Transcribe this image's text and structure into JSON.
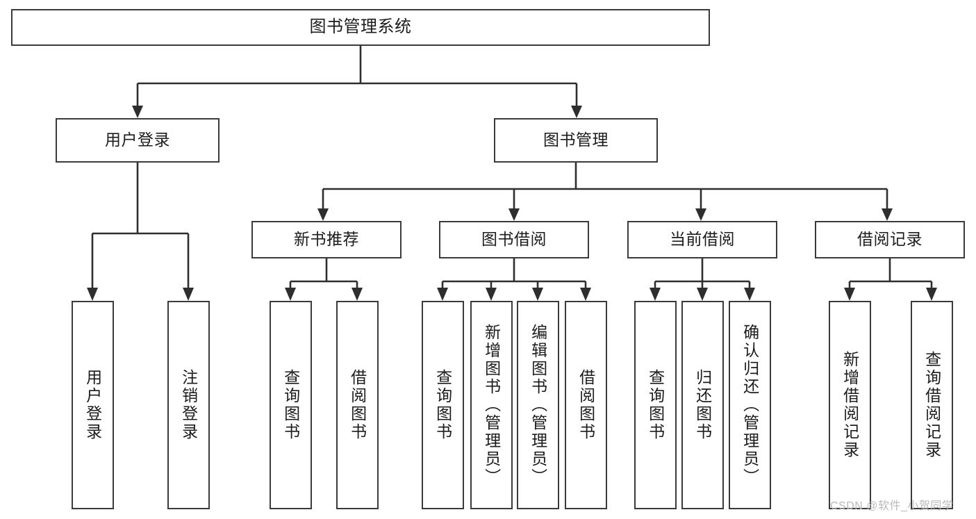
{
  "diagram": {
    "title": "图书管理系统",
    "type": "tree",
    "watermark": "CSDN @软件_小贺同学",
    "colors": {
      "box_border": "#3a3a3a",
      "connector": "#2e2e2e",
      "background": "#ffffff",
      "text": "#1c1c1c",
      "watermark": "#b9b9b9"
    },
    "root": {
      "label": "图书管理系统"
    },
    "level2": [
      {
        "label": "用户登录"
      },
      {
        "label": "图书管理"
      }
    ],
    "level3": [
      {
        "label": "新书推荐"
      },
      {
        "label": "图书借阅"
      },
      {
        "label": "当前借阅"
      },
      {
        "label": "借阅记录"
      }
    ],
    "leaves": {
      "user_login": [
        {
          "label": "用户登录"
        },
        {
          "label": "注销登录"
        }
      ],
      "new_book_recommend": [
        {
          "label": "查询图书"
        },
        {
          "label": "借阅图书"
        }
      ],
      "book_borrow": [
        {
          "label": "查询图书"
        },
        {
          "label": "新增图书（管理员）"
        },
        {
          "label": "编辑图书（管理员）"
        },
        {
          "label": "借阅图书"
        }
      ],
      "current_borrow": [
        {
          "label": "查询图书"
        },
        {
          "label": "归还图书"
        },
        {
          "label": "确认归还（管理员）"
        }
      ],
      "borrow_record": [
        {
          "label": "新增借阅记录"
        },
        {
          "label": "查询借阅记录"
        }
      ]
    }
  }
}
